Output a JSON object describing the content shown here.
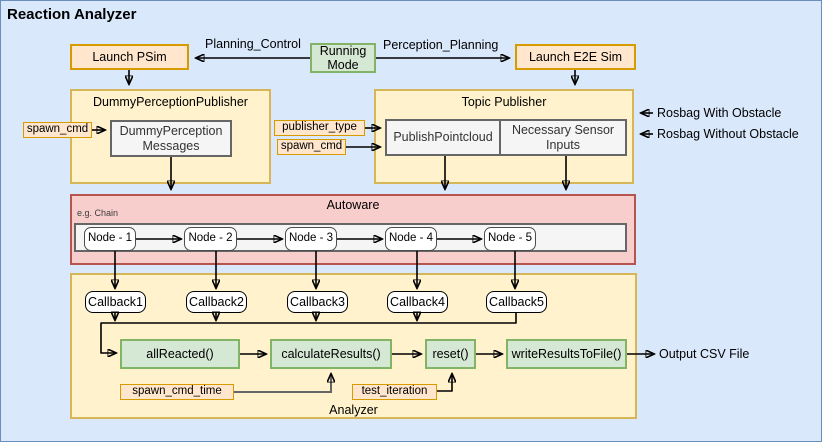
{
  "title": "Reaction Analyzer",
  "palette": {
    "background": "#dae8fc",
    "frame_border": "#6c8ebf",
    "orange_fill": "#ffe6cc",
    "orange_border": "#d79b00",
    "yellow_fill": "#fff2cc",
    "yellow_border": "#d6b656",
    "green_fill": "#d5e8d4",
    "green_border": "#82b366",
    "red_fill": "#f8cecc",
    "red_border": "#b85450",
    "gray_fill": "#f5f5f5",
    "gray_border": "#666666"
  },
  "top_row": {
    "launch_psim": "Launch PSim",
    "planning_control": "Planning_Control",
    "running_mode": "Running Mode",
    "perception_planning": "Perception_Planning",
    "launch_e2e_sim": "Launch E2E Sim"
  },
  "dummy_perception_publisher": {
    "title": "DummyPerceptionPublisher",
    "spawn_cmd_label": "spawn_cmd",
    "messages_box": "DummyPerception Messages"
  },
  "topic_publisher": {
    "title": "Topic Publisher",
    "publisher_type_label": "publisher_type",
    "spawn_cmd_label": "spawn_cmd",
    "publish_pointcloud": "PublishPointcloud",
    "necessary_sensor_inputs": "Necessary Sensor Inputs",
    "rosbag_with_obstacle": "Rosbag With Obstacle",
    "rosbag_without_obstacle": "Rosbag Without Obstacle"
  },
  "autoware": {
    "title": "Autoware",
    "chain_note": "e.g. Chain",
    "nodes": [
      "Node - 1",
      "Node - 2",
      "Node - 3",
      "Node - 4",
      "Node - 5"
    ]
  },
  "analyzer": {
    "title": "Analyzer",
    "callbacks": [
      "Callback1",
      "Callback2",
      "Callback3",
      "Callback4",
      "Callback5"
    ],
    "functions": [
      "allReacted()",
      "calculateResults()",
      "reset()",
      "writeResultsToFile()"
    ],
    "spawn_cmd_time_label": "spawn_cmd_time",
    "test_iteration_label": "test_iteration",
    "output_label": "Output CSV File"
  }
}
